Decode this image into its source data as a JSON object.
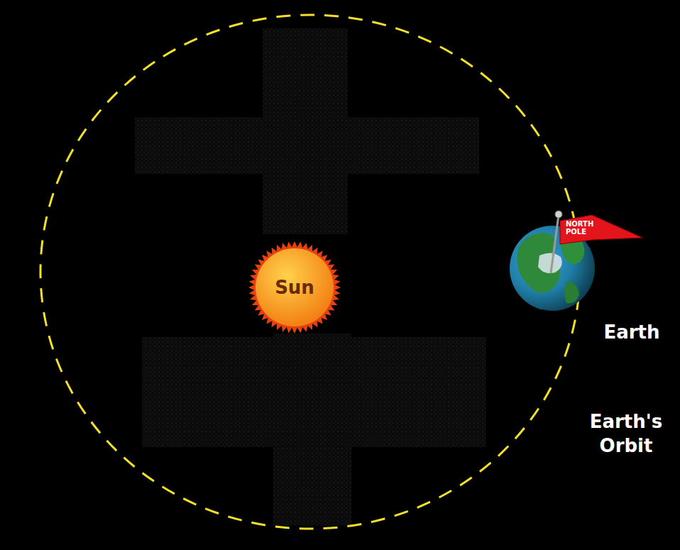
{
  "diagram": {
    "nodes": [
      {
        "text": [
          "Sun"
        ]
      },
      {
        "text": [
          "NORTH POLE"
        ]
      }
    ],
    "labels": [
      "Earth",
      "Earth's Orbit"
    ]
  }
}
